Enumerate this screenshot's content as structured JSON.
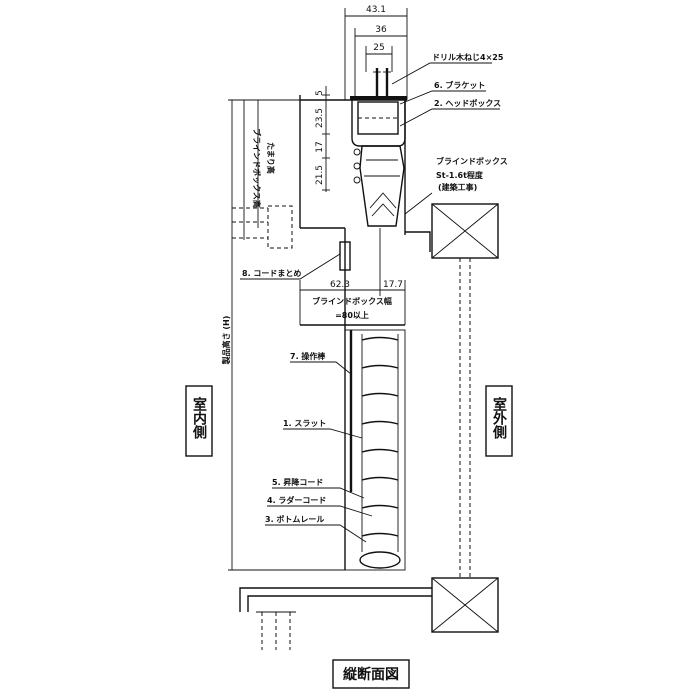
{
  "diagram_title": "縦断面図",
  "sides": {
    "indoor": "室内側",
    "outdoor": "室外側"
  },
  "dimensions": {
    "overall_width": "43.1",
    "bracket_width": "36",
    "screw_spacing": "25",
    "top_gap": "5",
    "headbox_height": "23.5",
    "tilt_height": "17",
    "stack_height": "21.5",
    "box_inner_left": "62.3",
    "box_inner_right": "17.7",
    "product_height": "製品高さ (H)",
    "box_height": "ブラインドボックス高",
    "stack_label": "たまり高"
  },
  "parts": {
    "screw": "ドリル木ねじ4×25",
    "bracket": "6. ブラケット",
    "headbox": "2. ヘッドボックス",
    "cord_bundle": "8. コードまとめ",
    "wand": "7. 操作棒",
    "slat": "1. スラット",
    "lift_cord": "5. 昇降コード",
    "ladder_cord": "4. ラダーコード",
    "bottom_rail": "3. ボトムレール"
  },
  "blind_box": {
    "name": "ブラインドボックス",
    "spec": "St-1.6t程度",
    "note": "(建築工事)",
    "width_label": "ブラインドボックス幅",
    "width_min": "=80以上"
  }
}
